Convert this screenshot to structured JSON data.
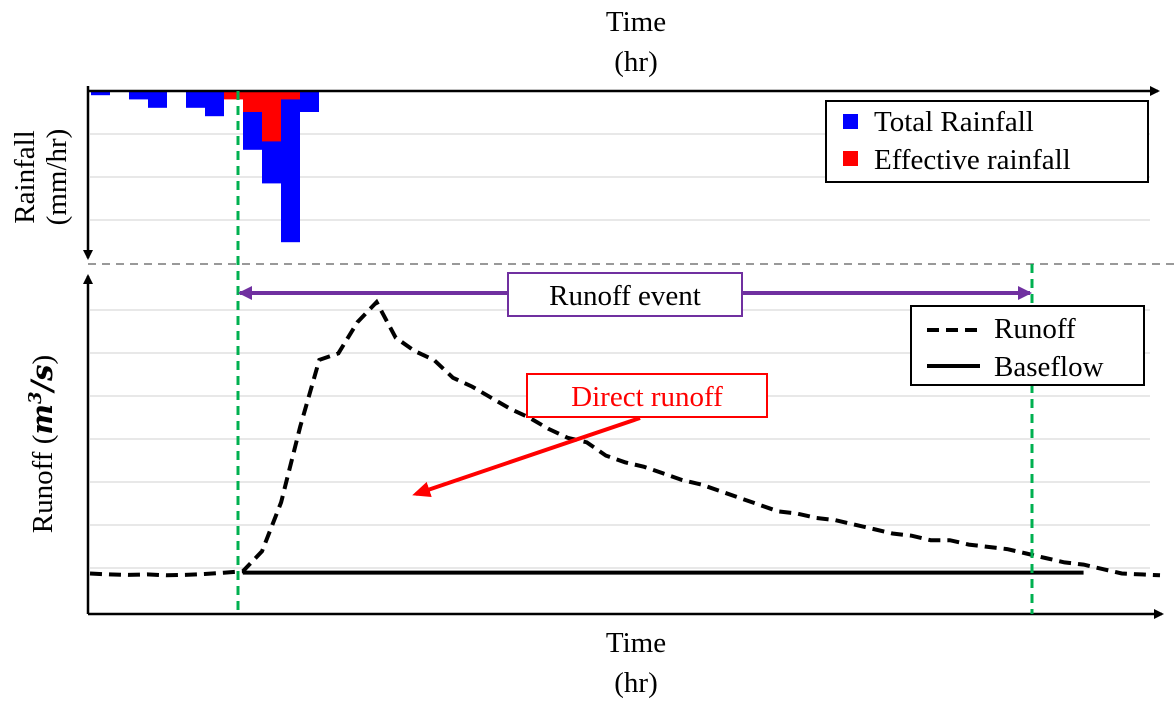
{
  "chart_data": [
    {
      "type": "bar",
      "panel": "rainfall",
      "xlabel": "Time",
      "xlabel_unit": "(hr)",
      "ylabel": "Rainfall",
      "ylabel_unit": "(mm/hr)",
      "y_axis_inverted": true,
      "grid": true,
      "legend_position": "top-right",
      "series": [
        {
          "name": "Total Rainfall",
          "color": "#0000ff",
          "values": [
            0.1,
            0,
            0.2,
            0.4,
            0,
            0.4,
            0.6,
            0,
            1.4,
            2.2,
            3.6,
            0.5
          ]
        },
        {
          "name": "Effective rainfall",
          "color": "#ff0000",
          "values": [
            0,
            0,
            0,
            0,
            0,
            0,
            0,
            0.2,
            0.5,
            1.2,
            0.2
          ]
        }
      ]
    },
    {
      "type": "line",
      "panel": "runoff",
      "xlabel": "Time",
      "xlabel_unit": "(hr)",
      "ylabel": "Runoff",
      "ylabel_unit_base": "m",
      "ylabel_unit_exp": "3",
      "ylabel_unit_rest": "/s",
      "grid": true,
      "legend_position": "top-right",
      "series": [
        {
          "name": "Runoff",
          "style": "dashed",
          "x": [
            0,
            1,
            2,
            3,
            4,
            5,
            6,
            7,
            8,
            9,
            10,
            11,
            12,
            13,
            14,
            15,
            16,
            17,
            18,
            19,
            20,
            21,
            22,
            23,
            24,
            25,
            26,
            27,
            28,
            29,
            30,
            31,
            32,
            33,
            34,
            35,
            36,
            37,
            38,
            39,
            40,
            41,
            42,
            43,
            44,
            45,
            46,
            47,
            48,
            49,
            50,
            51,
            52,
            53,
            54,
            55,
            56
          ],
          "y": [
            0.1,
            0.08,
            0.07,
            0.08,
            0.06,
            0.07,
            0.09,
            0.12,
            0.15,
            0.6,
            1.7,
            3.4,
            4.9,
            5.05,
            5.75,
            6.2,
            5.4,
            5.1,
            4.9,
            4.5,
            4.3,
            4.05,
            3.8,
            3.6,
            3.35,
            3.15,
            3.05,
            2.75,
            2.6,
            2.5,
            2.35,
            2.2,
            2.1,
            1.95,
            1.8,
            1.65,
            1.5,
            1.45,
            1.35,
            1.3,
            1.2,
            1.1,
            1.0,
            0.95,
            0.85,
            0.85,
            0.75,
            0.7,
            0.65,
            0.55,
            0.45,
            0.35,
            0.3,
            0.2,
            0.1,
            0.08,
            0.06
          ]
        },
        {
          "name": "Baseflow",
          "style": "solid",
          "x": [
            8,
            52
          ],
          "y": [
            0.12,
            0.12
          ]
        }
      ],
      "annotations": {
        "event_label": "Runoff event",
        "event_color": "#7030a0",
        "direct_label": "Direct runoff",
        "direct_color": "#ff0000",
        "start_end_line_color": "#00b050"
      }
    }
  ]
}
